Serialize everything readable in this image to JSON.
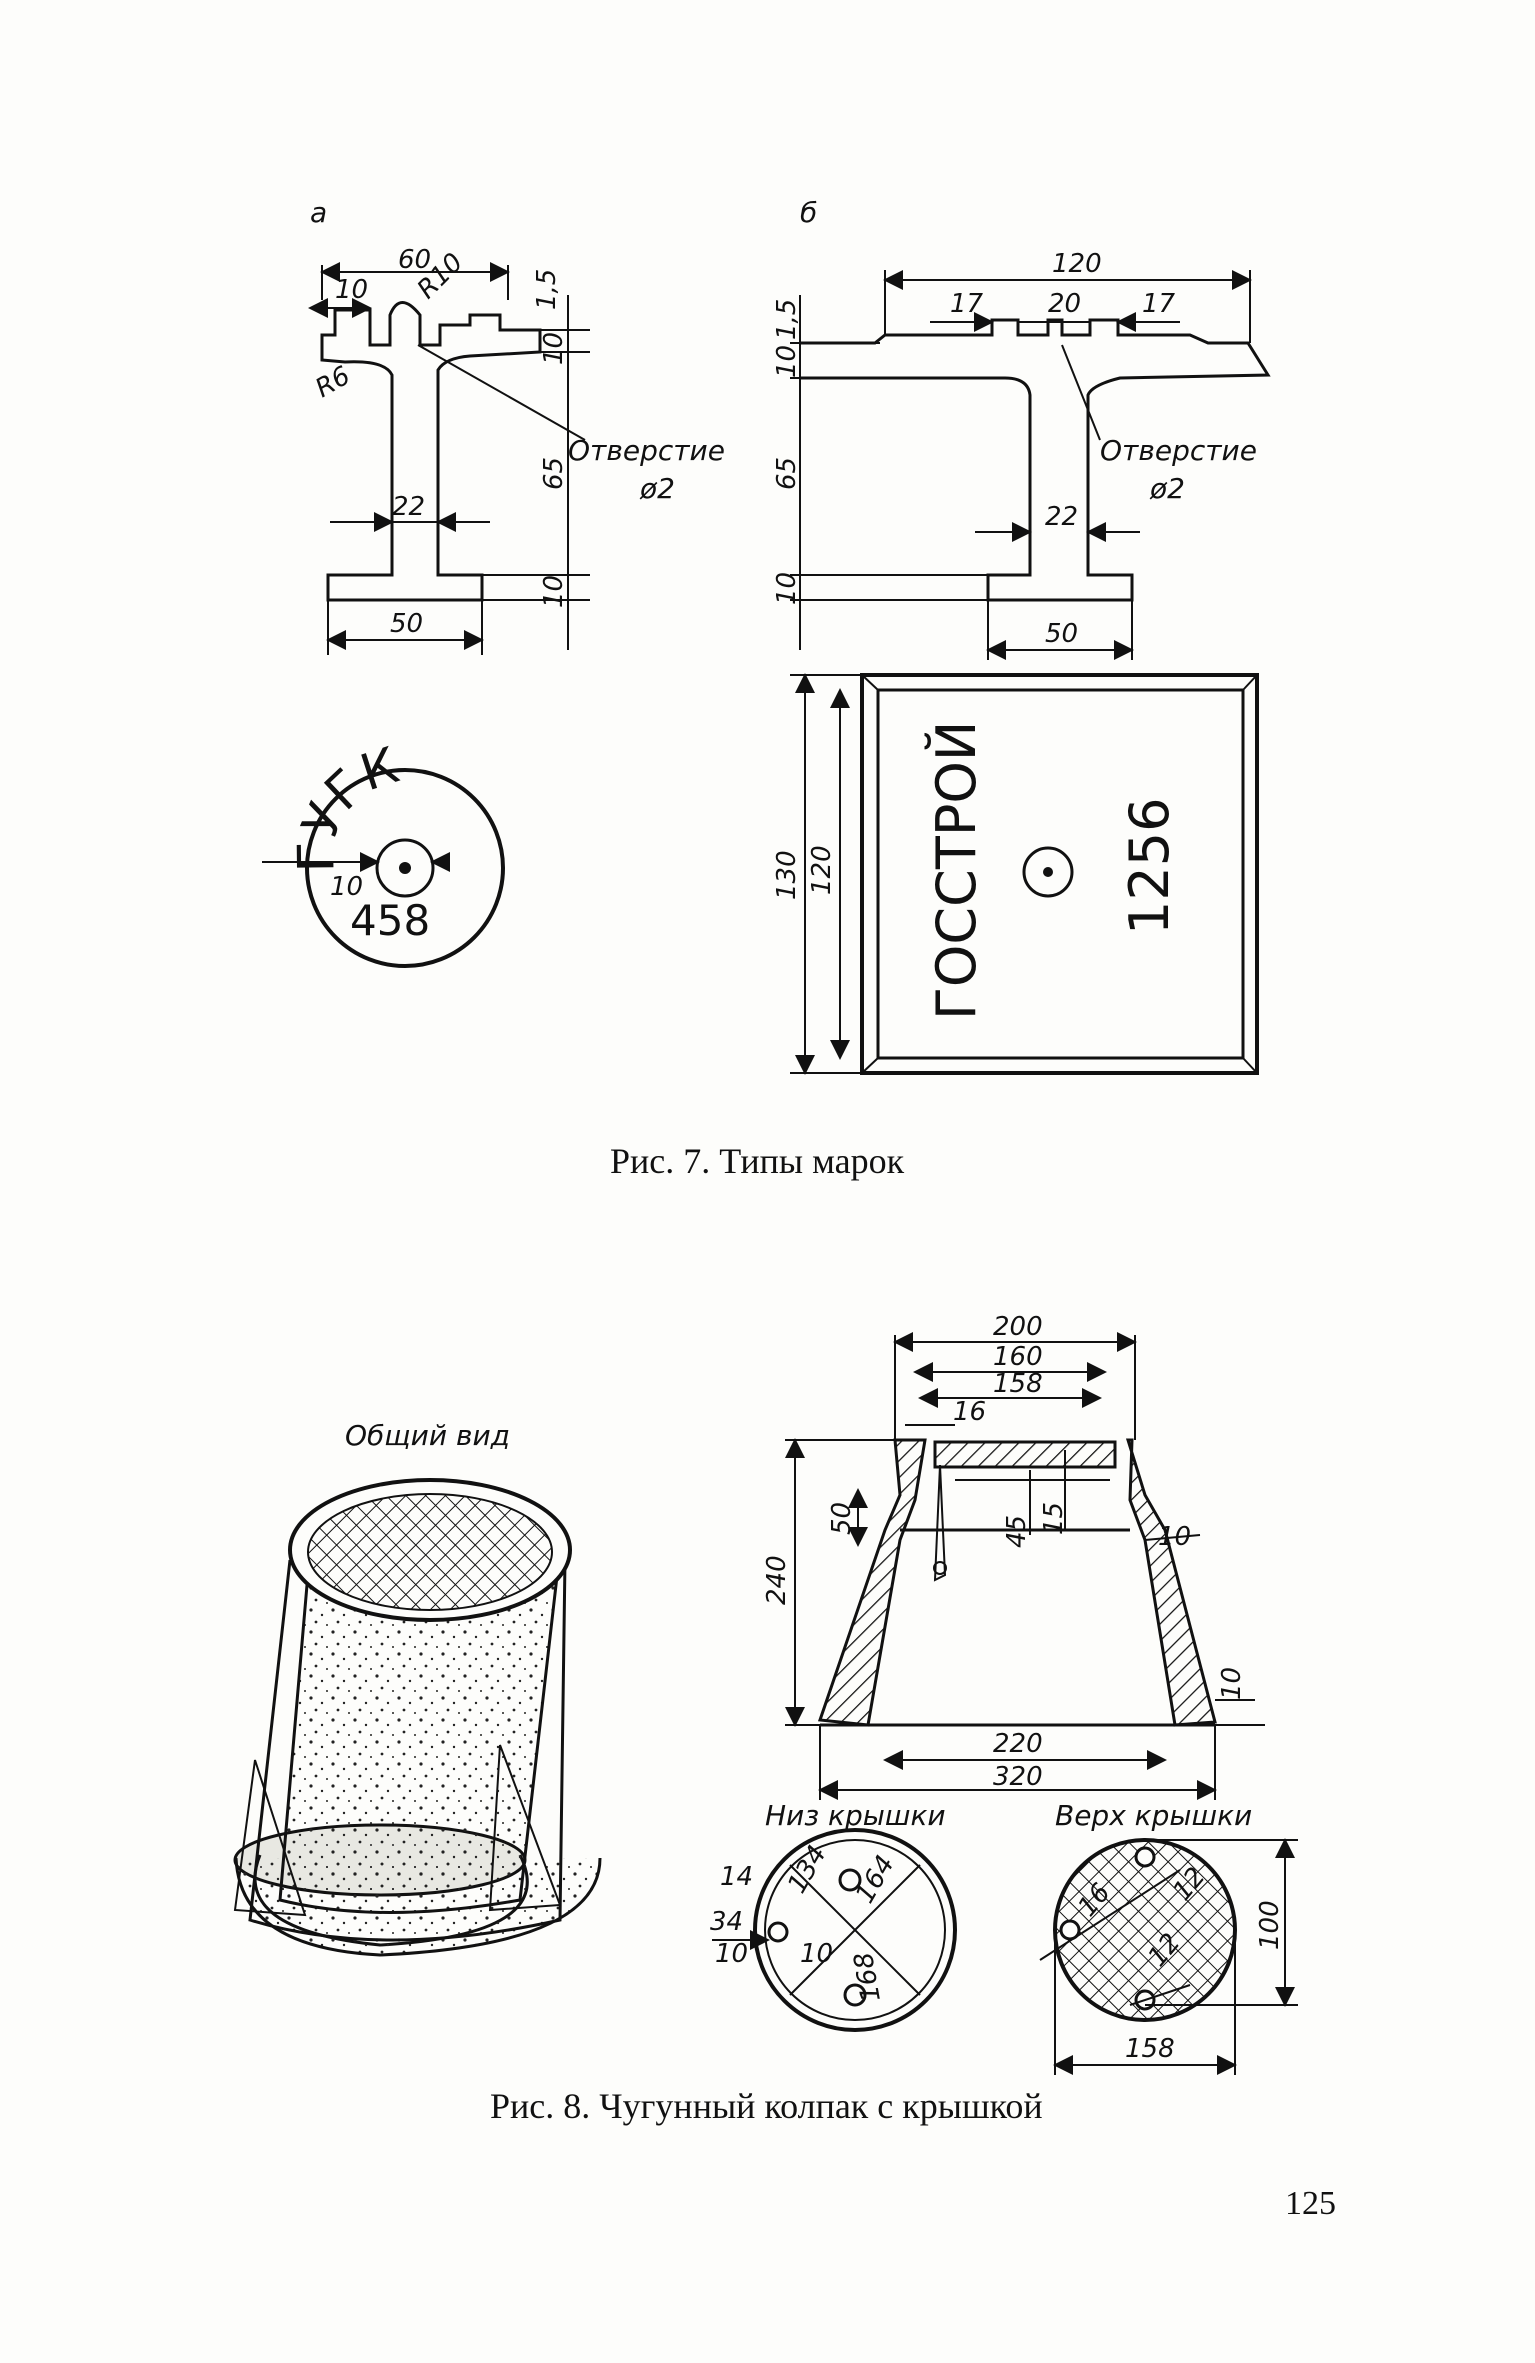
{
  "figure7": {
    "label_a": "а",
    "label_b": "б",
    "a": {
      "dim_60": "60",
      "dim_10": "10",
      "dim_r10": "R10",
      "dim_r6": "R6",
      "dim_15": "1,5",
      "dim_10_right": "10",
      "dim_65": "65",
      "dim_22": "22",
      "dim_10_bottom": "10",
      "dim_50": "50",
      "hole_label": "Отверстие",
      "hole_dia": "ø2"
    },
    "b": {
      "dim_120": "120",
      "dim_17_left": "17",
      "dim_20": "20",
      "dim_17_right": "17",
      "dim_15": "1,5",
      "dim_10_top": "10",
      "dim_65": "65",
      "dim_10_bottom": "10",
      "dim_22": "22",
      "dim_50": "50",
      "hole_label": "Отверстие",
      "hole_dia": "ø2"
    },
    "round_stamp": {
      "top_text": "ГУГК",
      "number": "458",
      "dim_10": "10"
    },
    "square_stamp": {
      "org_text": "ГОССТРОЙ",
      "number": "1256",
      "dim_130": "130",
      "dim_120": "120"
    },
    "caption": "Рис. 7. Типы марок"
  },
  "figure8": {
    "general_view_label": "Общий вид",
    "section": {
      "dim_200": "200",
      "dim_160": "160",
      "dim_158": "158",
      "dim_16": "16",
      "dim_240": "240",
      "dim_50": "50",
      "dim_45": "45",
      "dim_15": "15",
      "dim_10_wall": "10",
      "dim_10_base": "10",
      "dim_220": "220",
      "dim_320": "320"
    },
    "lid_bottom": {
      "label": "Низ крышки",
      "dim_14": "14",
      "dim_34": "34",
      "dim_10a": "10",
      "dim_10b": "10",
      "dim_134": "134",
      "dim_164": "164",
      "dim_168": "168"
    },
    "lid_top": {
      "label": "Верх крышки",
      "dim_16": "16",
      "dim_12a": "12",
      "dim_12b": "12",
      "dim_100": "100",
      "dim_158": "158"
    },
    "caption": "Рис. 8. Чугунный колпак с крышкой"
  },
  "page_number": "125"
}
